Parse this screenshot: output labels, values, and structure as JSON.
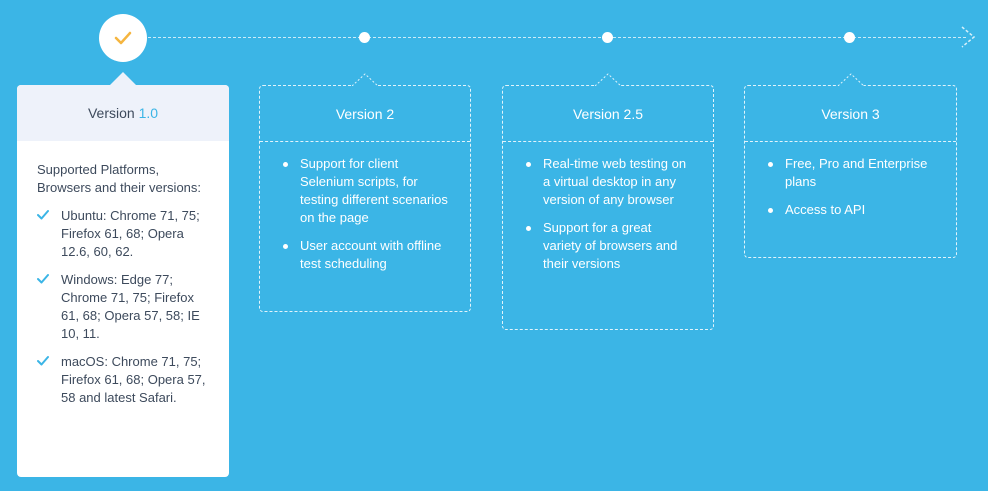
{
  "timeline": {
    "stages": [
      {
        "version_prefix": "Version ",
        "version_number": "1.0",
        "intro": "Supported Platforms, Browsers and their versions:",
        "items": [
          "Ubuntu: Chrome 71, 75; Firefox 61, 68; Opera 12.6, 60, 62.",
          "Windows: Edge 77; Chrome 71, 75; Firefox 61, 68; Opera 57, 58; IE 10, 11.",
          "macOS: Chrome 71, 75; Firefox 61, 68; Opera 57, 58 and latest Safari."
        ]
      },
      {
        "title": "Version 2",
        "items": [
          "Support for client Selenium scripts, for testing different scenarios on the page",
          "User account with offline test scheduling"
        ]
      },
      {
        "title": "Version 2.5",
        "items": [
          "Real-time web testing on a virtual desktop in any version of any browser",
          "Support for a great variety of browsers and their versions"
        ]
      },
      {
        "title": "Version 3",
        "items": [
          "Free, Pro and Enterprise plans",
          "Access to API"
        ]
      }
    ]
  },
  "colors": {
    "background": "#3bb5e6",
    "accent_check": "#f5b53f",
    "active_text": "#3d4a5c",
    "active_header_bg": "#eef2fa",
    "version_number": "#3bb5e6"
  },
  "icons": {
    "active_marker": "check-icon",
    "item_marker": "check-icon",
    "timeline_end": "chevron-right-icon"
  }
}
